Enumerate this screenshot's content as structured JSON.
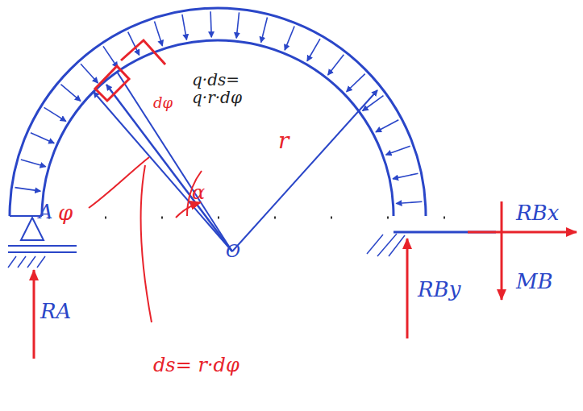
{
  "diagram": {
    "labels": [
      "A",
      "φ",
      "α",
      "dφ",
      "q·ds= q·r·dφ",
      "r",
      "O",
      "RA",
      "RBx",
      "RBy",
      "MB",
      "ds= r·dφ"
    ]
  }
}
